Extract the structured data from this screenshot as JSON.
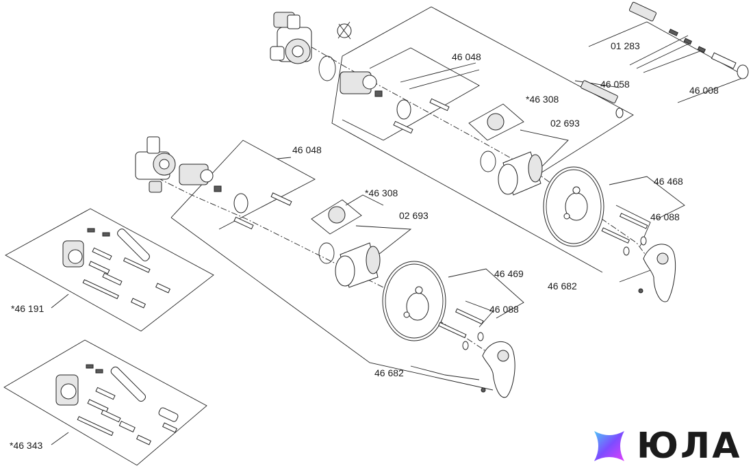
{
  "diagram": {
    "labels": {
      "p01283": "01 283",
      "p46058": "46 058",
      "p46008": "46 008",
      "p46048_top": "46 048",
      "p46308_top": "*46 308",
      "p02693_top": "02 693",
      "p46468": "46 468",
      "p46088_top": "46 088",
      "p46682_top": "46 682",
      "p46048_bottom": "46 048",
      "p46308_bottom": "*46 308",
      "p02693_bottom": "02 693",
      "p46469": "46 469",
      "p46088_bottom": "46 088",
      "p46682_bottom": "46 682",
      "p46191": "*46 191",
      "p46343": "*46 343"
    }
  },
  "logo": {
    "text": "ЮЛА",
    "colors": [
      "#4fc3f7",
      "#7c4dff",
      "#e040fb"
    ]
  }
}
